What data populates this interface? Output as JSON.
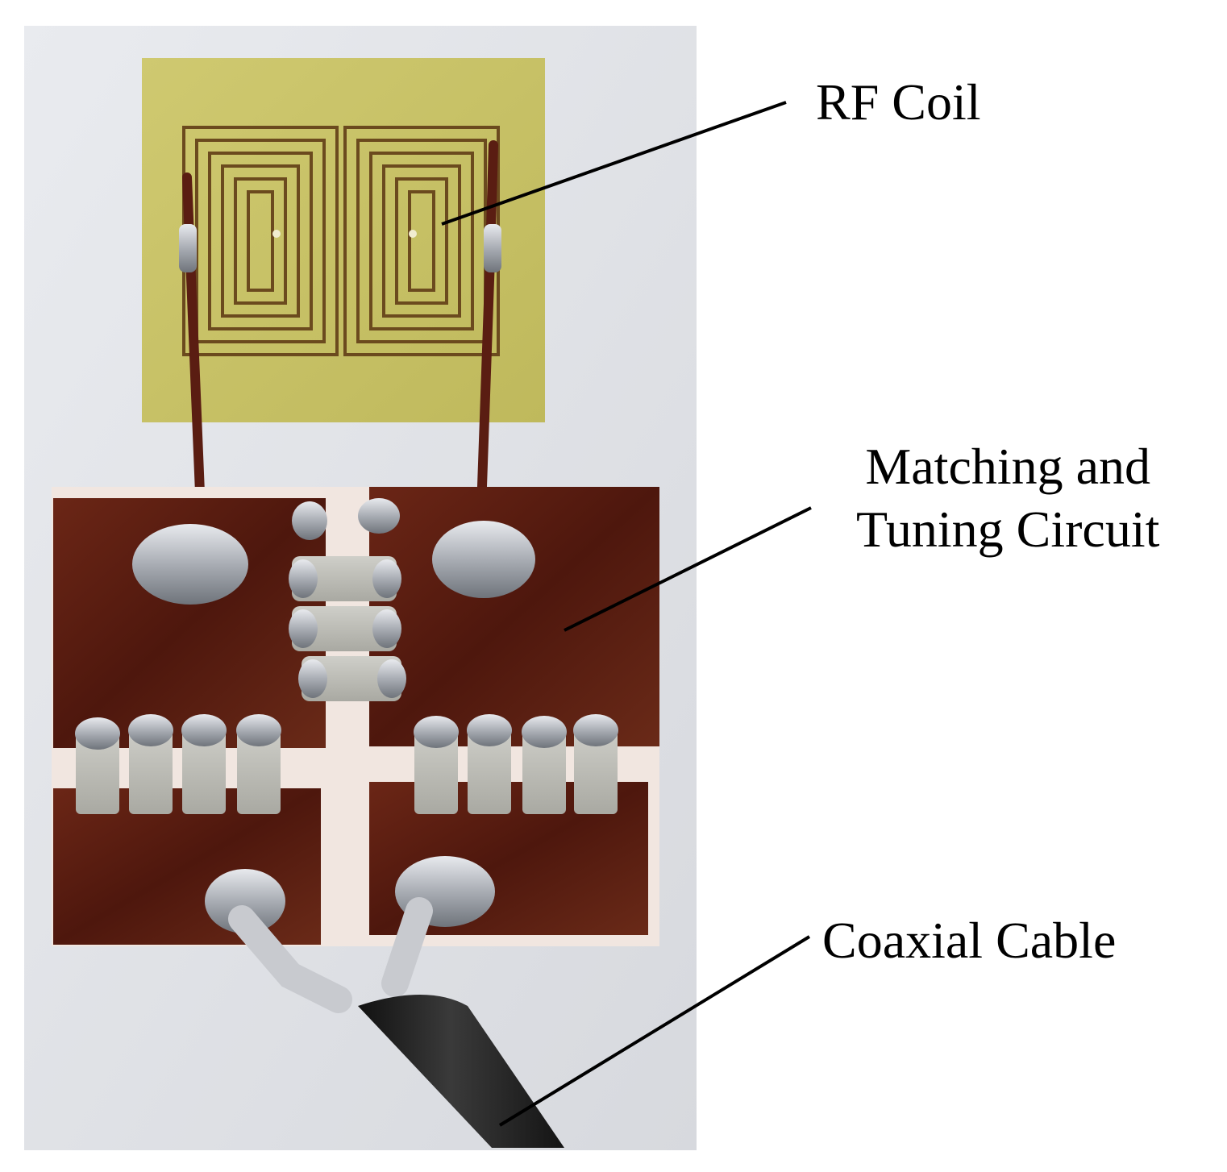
{
  "labels": {
    "rf_coil": "RF Coil",
    "matching_line1": "Matching and",
    "matching_line2": "Tuning Circuit",
    "coaxial_cable": "Coaxial Cable"
  },
  "colors": {
    "background": "#ffffff",
    "board": "#e4e6ea",
    "coil_pcb": "#c9c46a",
    "coil_trace": "#6b4a1e",
    "copper": "#5a1d12",
    "solder": "#b9bcc2",
    "cable": "#1c1c1c"
  }
}
